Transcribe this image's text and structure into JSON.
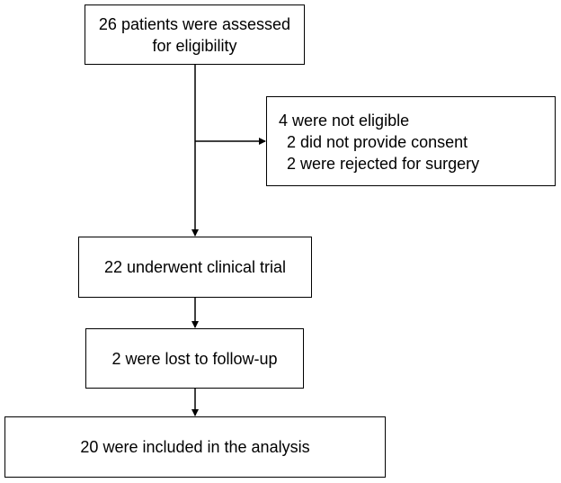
{
  "flowchart": {
    "assessed": {
      "line1": "26 patients were assessed",
      "line2": "for eligibility"
    },
    "excluded": {
      "title": "4 were not eligible",
      "reasons": [
        "2 did not provide consent",
        "2 were rejected for surgery"
      ]
    },
    "trial": "22 underwent clinical trial",
    "lost": "2 were lost to follow-up",
    "analysis": "20 were included in the analysis"
  },
  "colors": {
    "line": "#000000",
    "box_border": "#000000",
    "background": "#ffffff"
  }
}
